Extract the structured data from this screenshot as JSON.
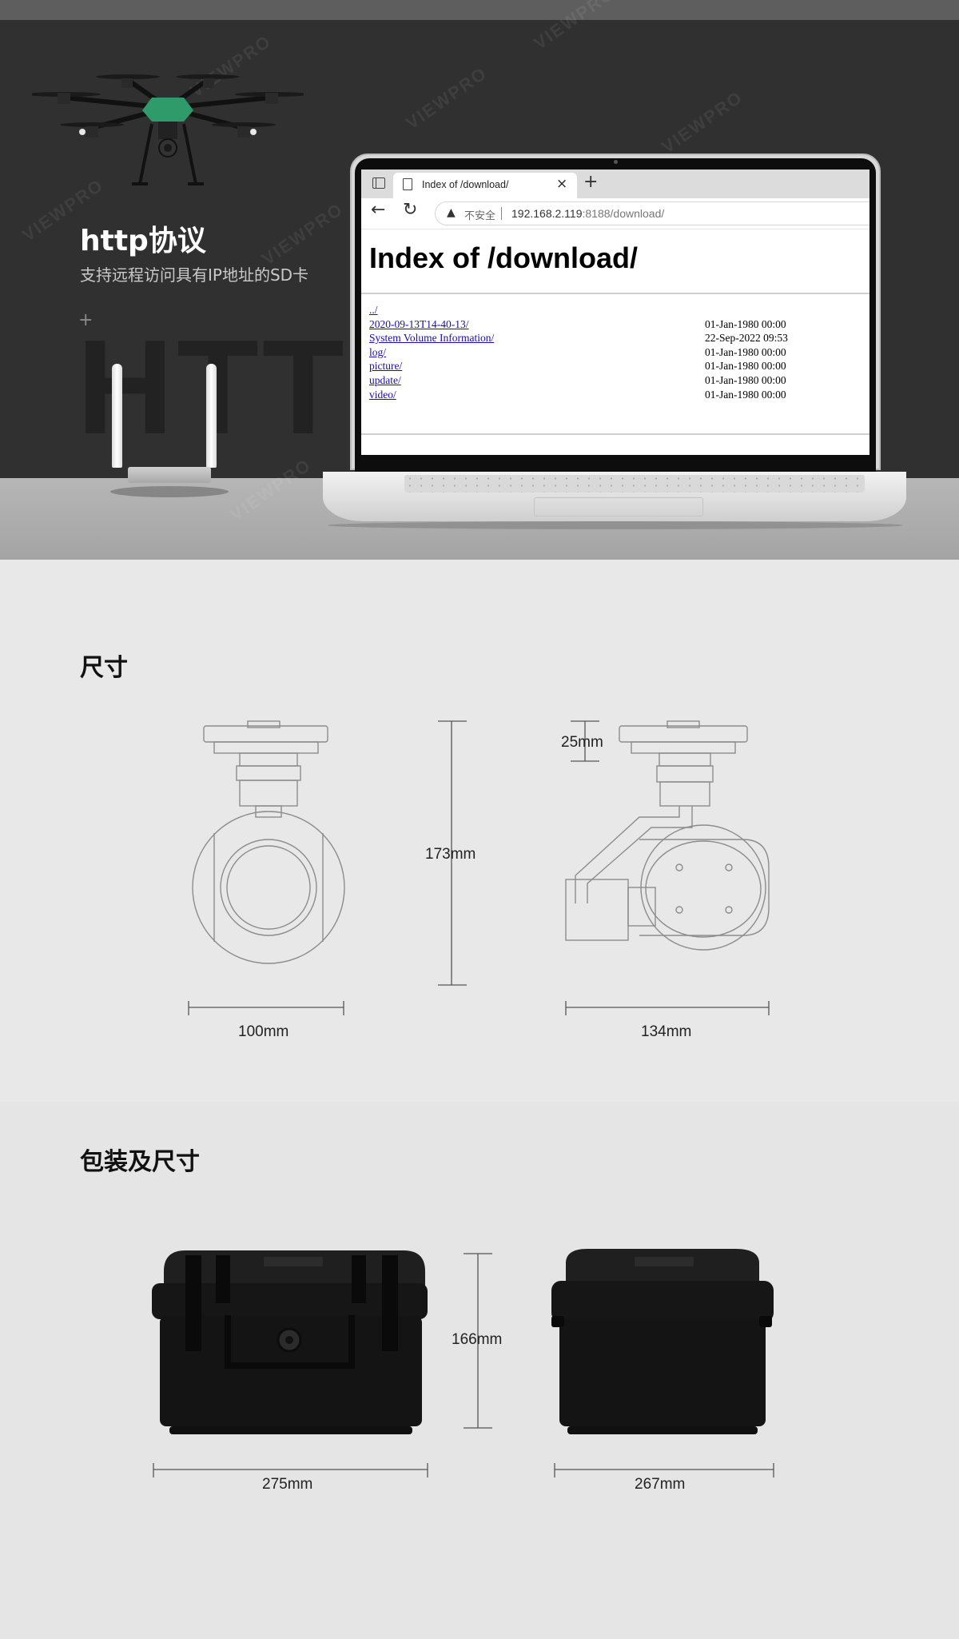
{
  "hero": {
    "title": "http协议",
    "subtitle": "支持远程访问具有IP地址的SD卡",
    "plus": "+",
    "background_word": "HTTP",
    "watermark": "VIEWPRO"
  },
  "browser": {
    "tab_title": "Index of /download/",
    "tab_close": "×",
    "new_tab": "+",
    "back": "←",
    "reload": "↻",
    "warning_icon": "warning-triangle-icon",
    "insecure_label": "不安全",
    "url_host": "192.168.2.119",
    "url_rest": ":8188/download/"
  },
  "listing": {
    "heading": "Index of /download/",
    "rows": [
      {
        "name": "../",
        "date": ""
      },
      {
        "name": "2020-09-13T14-40-13/",
        "date": "01-Jan-1980 00:00"
      },
      {
        "name": "System Volume Information/",
        "date": "22-Sep-2022 09:53"
      },
      {
        "name": "log/",
        "date": "01-Jan-1980 00:00"
      },
      {
        "name": "picture/",
        "date": "01-Jan-1980 00:00"
      },
      {
        "name": "update/",
        "date": "01-Jan-1980 00:00"
      },
      {
        "name": "video/",
        "date": "01-Jan-1980 00:00"
      }
    ]
  },
  "dimensions": {
    "title": "尺寸",
    "front_width": "100mm",
    "height": "173mm",
    "top_height": "25mm",
    "side_width": "134mm"
  },
  "packaging": {
    "title": "包装及尺寸",
    "height": "166mm",
    "front_width": "275mm",
    "side_width": "267mm"
  },
  "colors": {
    "hero_bg": "#303030",
    "drone_accent": "#2f9b6a",
    "link": "#1a0dab",
    "page_bg": "#e8e8e8"
  }
}
